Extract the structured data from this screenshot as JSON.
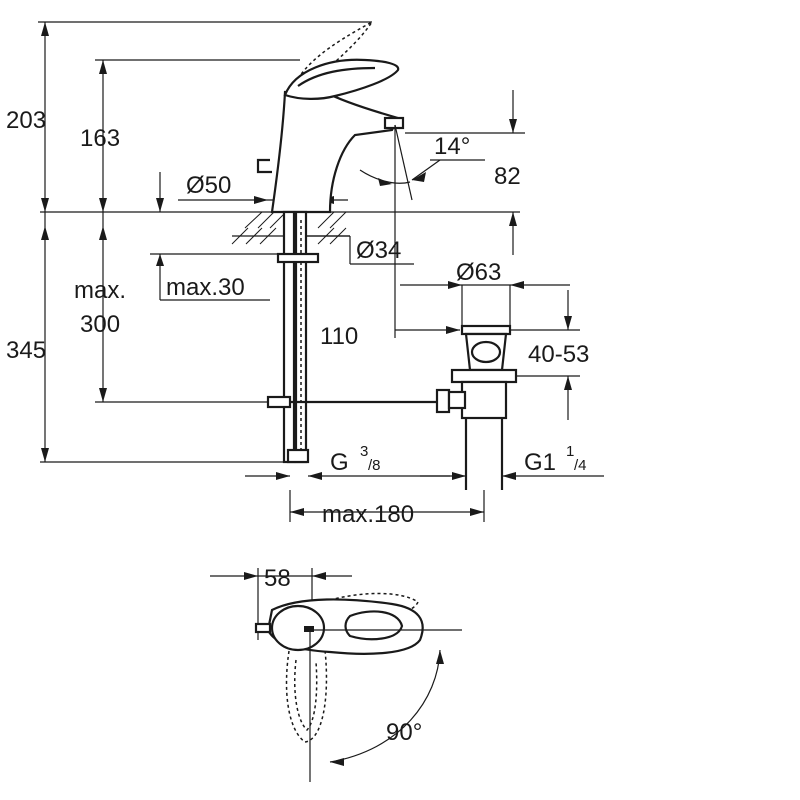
{
  "diagram": {
    "dimensions": {
      "h203": "203",
      "h163": "163",
      "d50": "Ø50",
      "d34": "Ø34",
      "angle14": "14°",
      "h82": "82",
      "max_label": "max.",
      "h300": "300",
      "max30": "max.30",
      "h345": "345",
      "w110": "110",
      "d63": "Ø63",
      "r4053": "40-53",
      "g38_base": "G",
      "g38_num": "3",
      "g38_den": "/8",
      "g114_base": "G1",
      "g114_num": "1",
      "g114_den": "/4",
      "max180": "max.180",
      "w58": "58",
      "angle90": "90°"
    }
  }
}
